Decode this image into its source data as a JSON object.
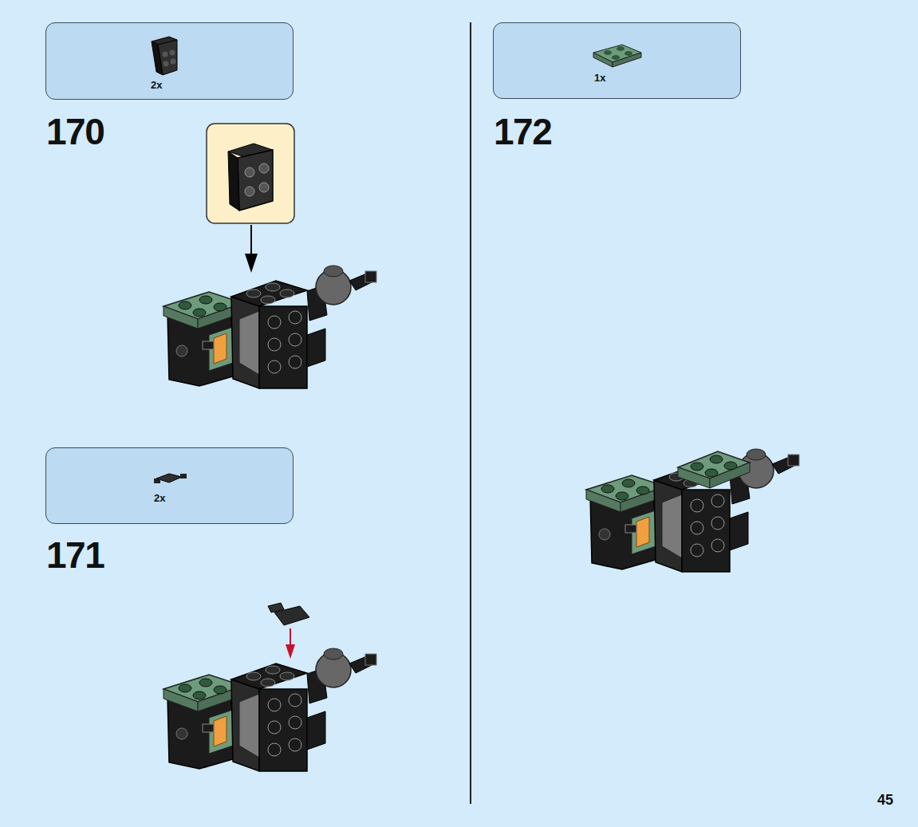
{
  "diagram": {
    "nodes": [
      {
        "text": [
          "2x"
        ]
      },
      {
        "text": [
          "2x"
        ]
      },
      {
        "text": [
          "1x"
        ]
      }
    ],
    "labels": [
      "170",
      "171",
      "172",
      "45"
    ]
  }
}
